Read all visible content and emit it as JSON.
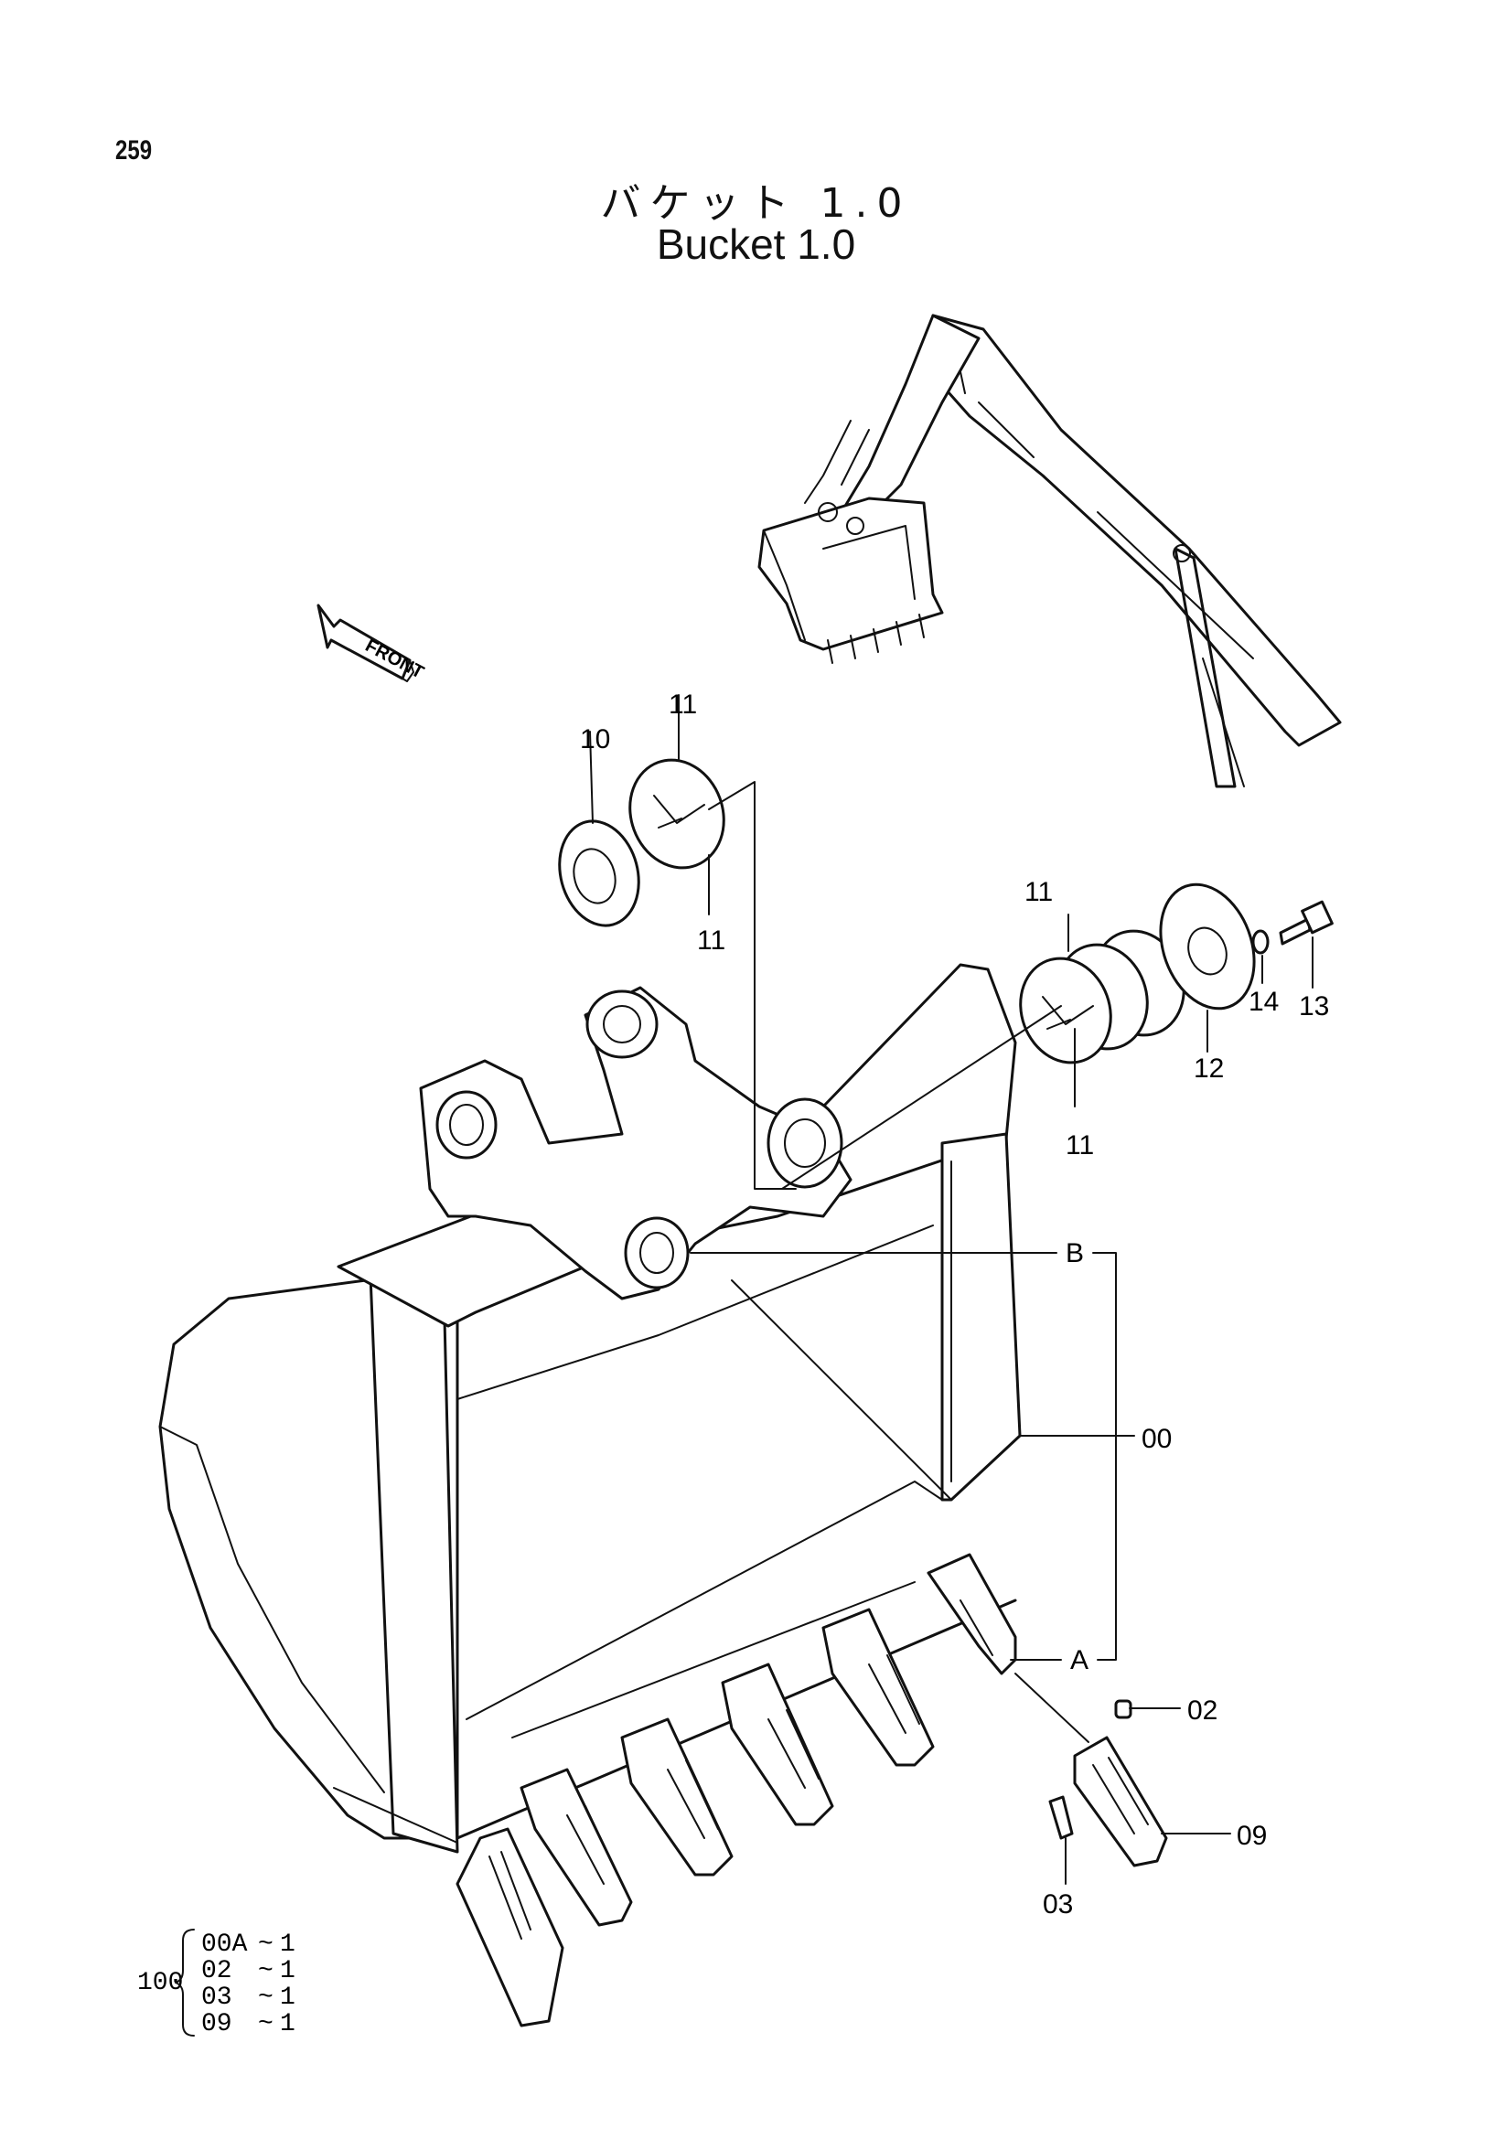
{
  "page": {
    "number": "259"
  },
  "title": {
    "japanese": "バケット 1.0",
    "english": "Bucket 1.0"
  },
  "direction_label": "FRONT",
  "callouts": [
    {
      "id": "cl-10",
      "label": "10"
    },
    {
      "id": "cl-11a",
      "label": "11"
    },
    {
      "id": "cl-11b",
      "label": "11"
    },
    {
      "id": "cl-11c",
      "label": "11"
    },
    {
      "id": "cl-11d",
      "label": "11"
    },
    {
      "id": "cl-12",
      "label": "12"
    },
    {
      "id": "cl-13",
      "label": "13"
    },
    {
      "id": "cl-14",
      "label": "14"
    },
    {
      "id": "cl-00",
      "label": "00"
    },
    {
      "id": "cl-02",
      "label": "02"
    },
    {
      "id": "cl-03",
      "label": "03"
    },
    {
      "id": "cl-09",
      "label": "09"
    }
  ],
  "detail_tags": {
    "a": "A",
    "b": "B"
  },
  "kit": {
    "number": "100",
    "items": [
      {
        "part": "00A",
        "sep": "~",
        "qty": "1"
      },
      {
        "part": "02",
        "sep": "~",
        "qty": "1"
      },
      {
        "part": "03",
        "sep": "~",
        "qty": "1"
      },
      {
        "part": "09",
        "sep": "~",
        "qty": "1"
      }
    ]
  }
}
